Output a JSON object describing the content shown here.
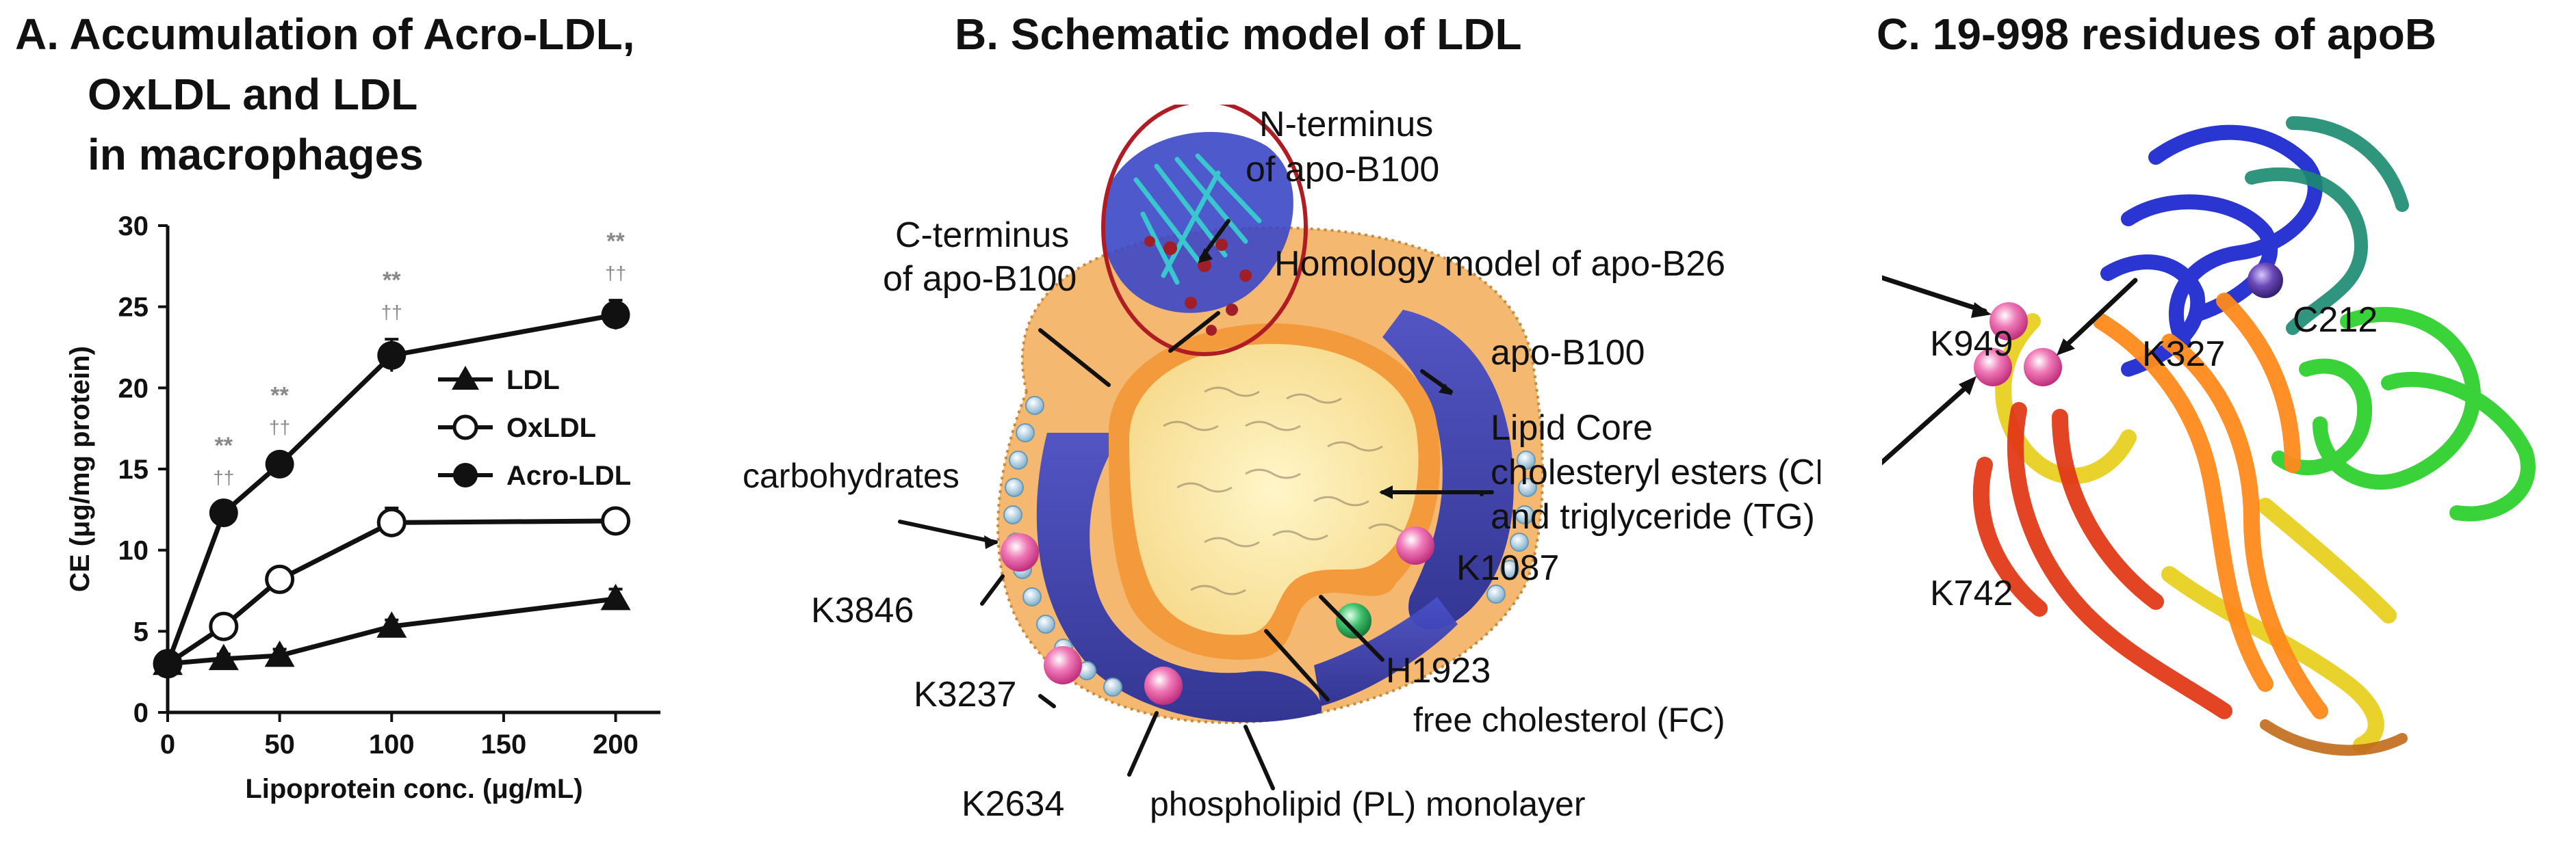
{
  "panels": {
    "a": {
      "title_lines": [
        "A. Accumulation of Acro-LDL,",
        "OxLDL and LDL",
        "in macrophages"
      ]
    },
    "b": {
      "title": "B. Schematic model of LDL",
      "labels": {
        "n_terminus_1": "N-terminus",
        "n_terminus_2": "of apo-B100",
        "c_terminus_1": "C-terminus",
        "c_terminus_2": "of apo-B100",
        "homology": "Homology model of apo-B26",
        "apob100": "apo-B100",
        "lipid_core_1": "Lipid Core",
        "lipid_core_2": "cholesteryl esters (CE)",
        "lipid_core_3": "and triglyceride (TG)",
        "carbohydrates": "carbohydrates",
        "k3846": "K3846",
        "k3237": "K3237",
        "k2634": "K2634",
        "k1087": "K1087",
        "h1923": "H1923",
        "free_cholesterol": "free cholesterol (FC)",
        "phospholipid": "phospholipid (PL) monolayer"
      },
      "colors": {
        "lys_site": "#e8509a",
        "his_site": "#2faa55",
        "apob_band": "#3a3fb8",
        "pl_layer": "#f0a040",
        "core": "#fde9a8"
      }
    },
    "c": {
      "title": "C. 19-998 residues of apoB",
      "labels": {
        "k949": "K949",
        "c212": "C212",
        "k327": "K327",
        "k742": "K742"
      },
      "colors": {
        "lys_site": "#e8509a",
        "cys_site": "#5a3aa0"
      }
    }
  },
  "chart_data": {
    "type": "line",
    "ylabel": "CE (μg/mg protein)",
    "xlabel": "Lipoprotein conc. (μg/mL)",
    "x": [
      0,
      25,
      50,
      100,
      200
    ],
    "xticks": [
      0,
      50,
      100,
      150,
      200
    ],
    "yticks": [
      0,
      5,
      10,
      15,
      20,
      25,
      30
    ],
    "xlim": [
      0,
      220
    ],
    "ylim": [
      0,
      30
    ],
    "legend_position": "right",
    "series": [
      {
        "name": "LDL",
        "marker": "triangle",
        "values": [
          3,
          3.3,
          3.5,
          5.3,
          7.0
        ],
        "errors": [
          0.3,
          0.3,
          0.4,
          0.4,
          0.6
        ]
      },
      {
        "name": "OxLDL",
        "marker": "open-circle",
        "values": [
          3,
          5.3,
          8.2,
          11.7,
          11.8
        ],
        "errors": [
          0.3,
          0.4,
          0.4,
          0.9,
          0.5
        ]
      },
      {
        "name": "Acro-LDL",
        "marker": "filled-circle",
        "values": [
          3,
          12.3,
          15.3,
          22.0,
          24.5
        ],
        "errors": [
          0.3,
          0.5,
          0.6,
          1.0,
          0.9
        ]
      }
    ],
    "annotations": [
      {
        "x": 25,
        "stars": "**",
        "daggers": "††"
      },
      {
        "x": 50,
        "stars": "**",
        "daggers": "††"
      },
      {
        "x": 100,
        "stars": "**",
        "daggers": "††"
      },
      {
        "x": 200,
        "stars": "**",
        "daggers": "††"
      }
    ]
  }
}
